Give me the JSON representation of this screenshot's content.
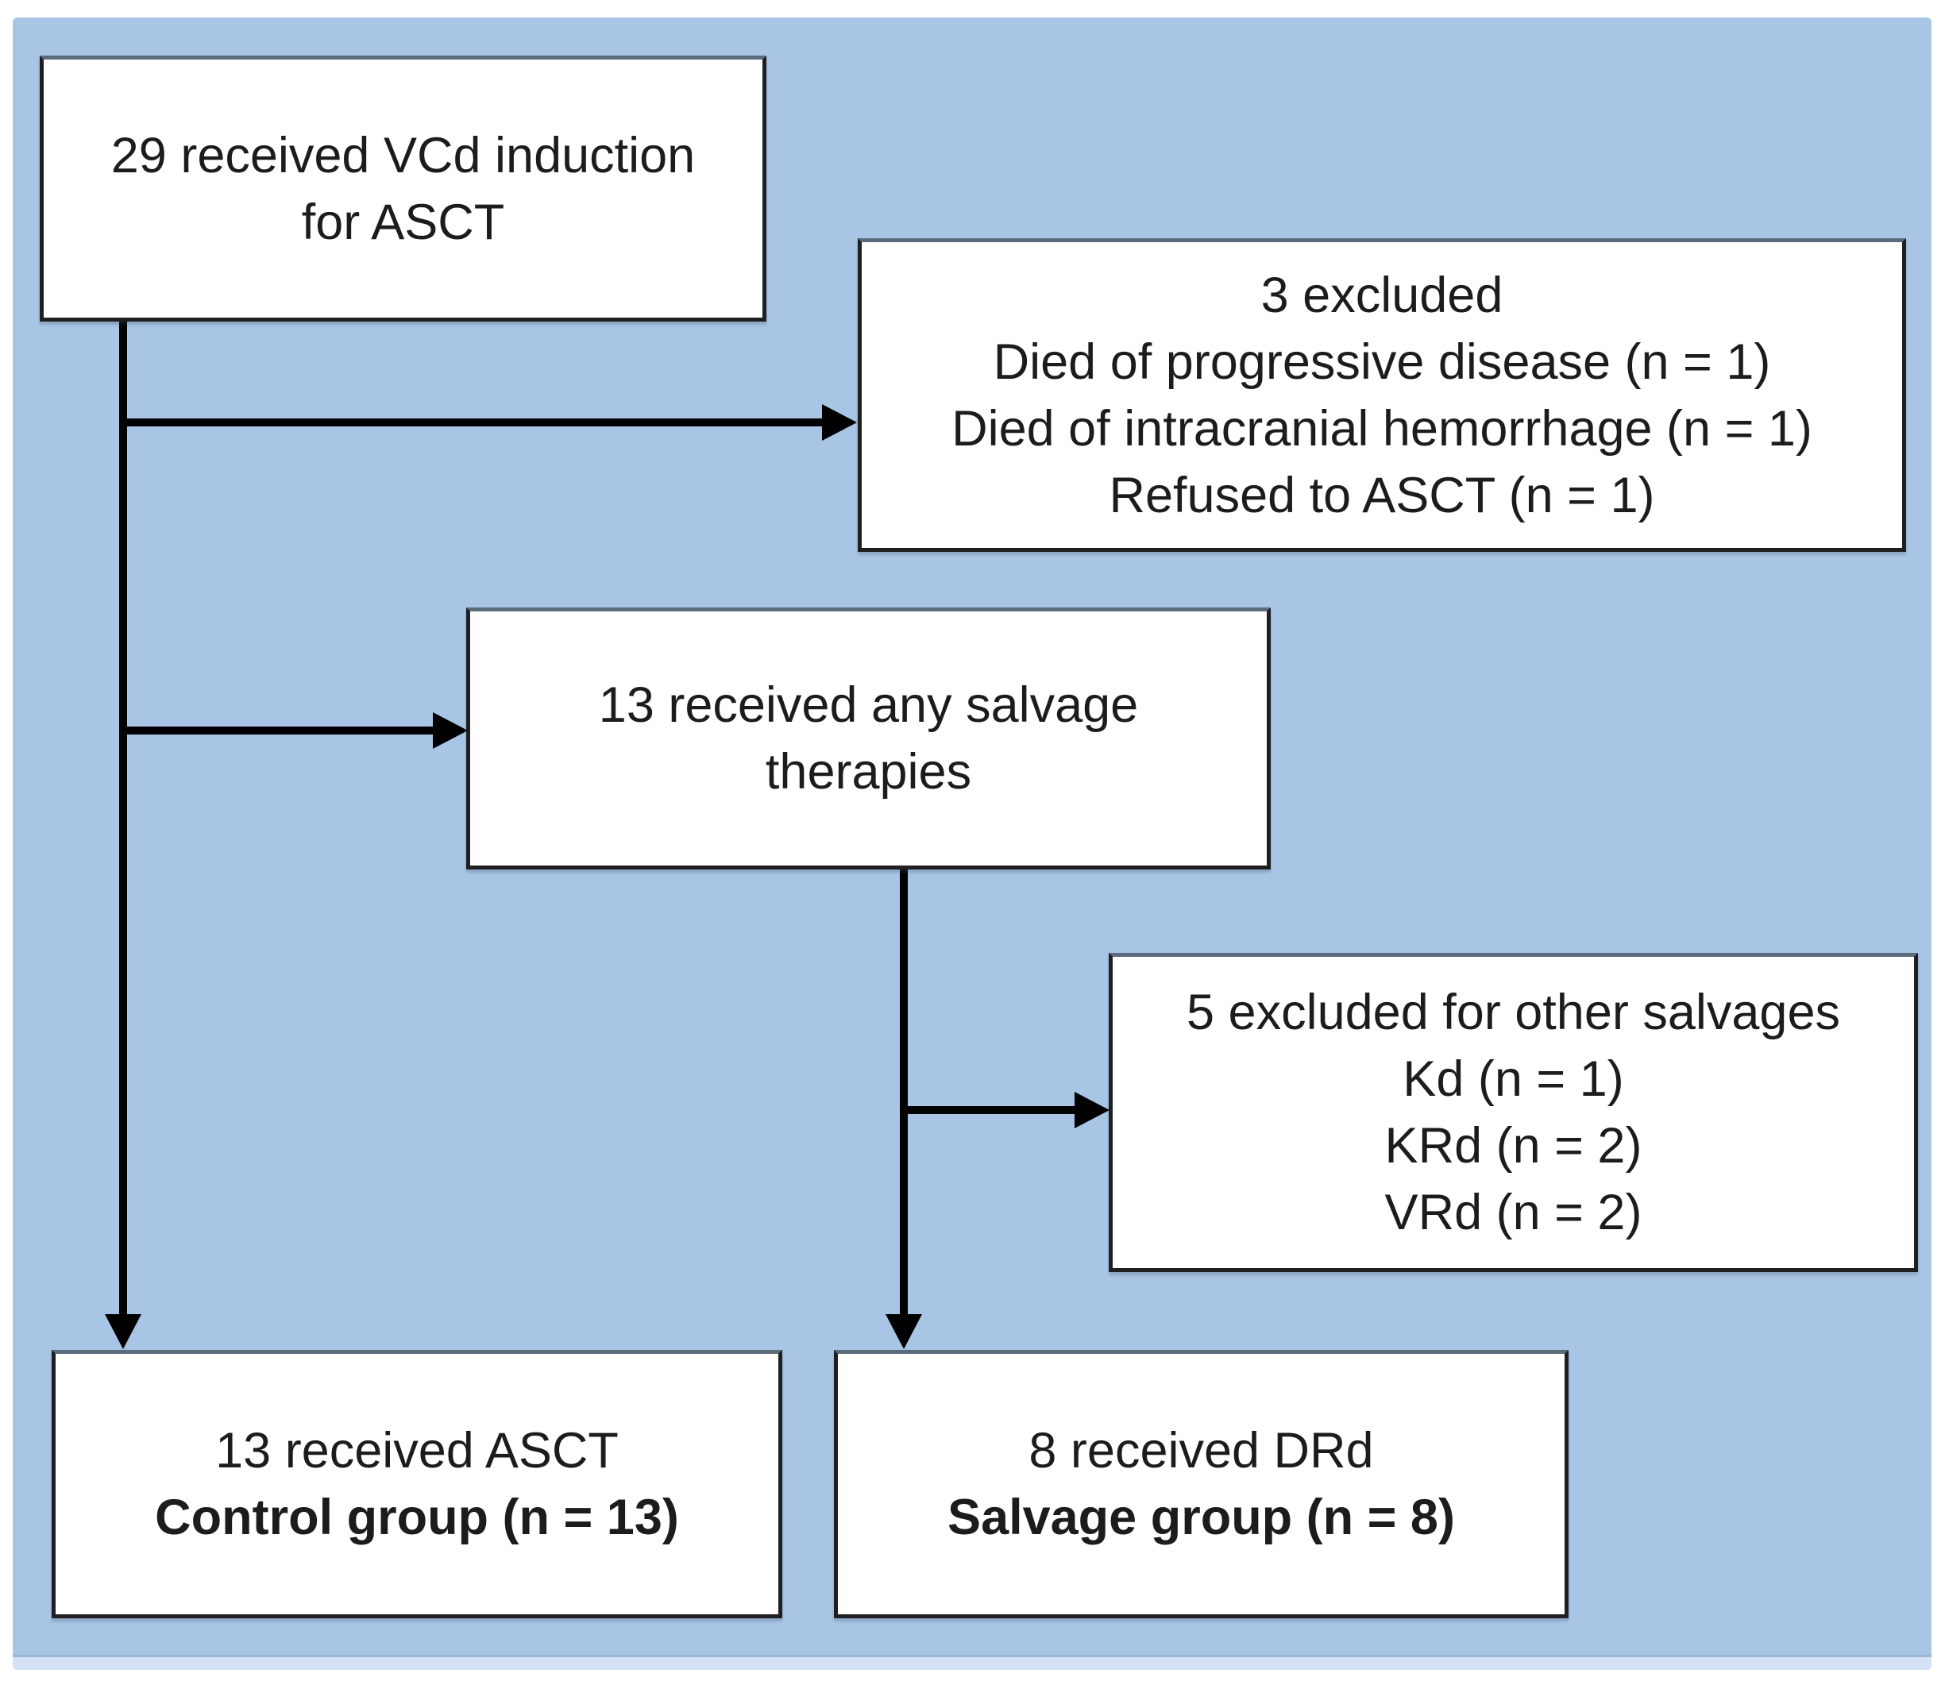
{
  "colors": {
    "panel_background": "#a8c5e6",
    "panel_bottom_strip": "#d3e2f4",
    "box_fill": "#ffffff",
    "box_border": "#1f1f1f",
    "box_border_top": "#5a6b7c",
    "arrow": "#000000",
    "text": "#1c1c1c"
  },
  "boxes": {
    "induction": {
      "line1": "29 received VCd induction",
      "line2": "for ASCT"
    },
    "excluded_asct": {
      "line1": "3 excluded",
      "line2": "Died of progressive disease (n = 1)",
      "line3": "Died of intracranial hemorrhage (n = 1)",
      "line4": "Refused to ASCT (n = 1)"
    },
    "any_salvage": {
      "line1": "13 received any salvage",
      "line2": "therapies"
    },
    "excluded_salvage": {
      "line1": "5 excluded for other salvages",
      "line2": "Kd (n = 1)",
      "line3": "KRd (n = 2)",
      "line4": "VRd (n = 2)"
    },
    "control": {
      "line1": "13 received ASCT",
      "line2": "Control group (n = 13)"
    },
    "salvage": {
      "line1": "8 received DRd",
      "line2": "Salvage group (n = 8)"
    }
  }
}
